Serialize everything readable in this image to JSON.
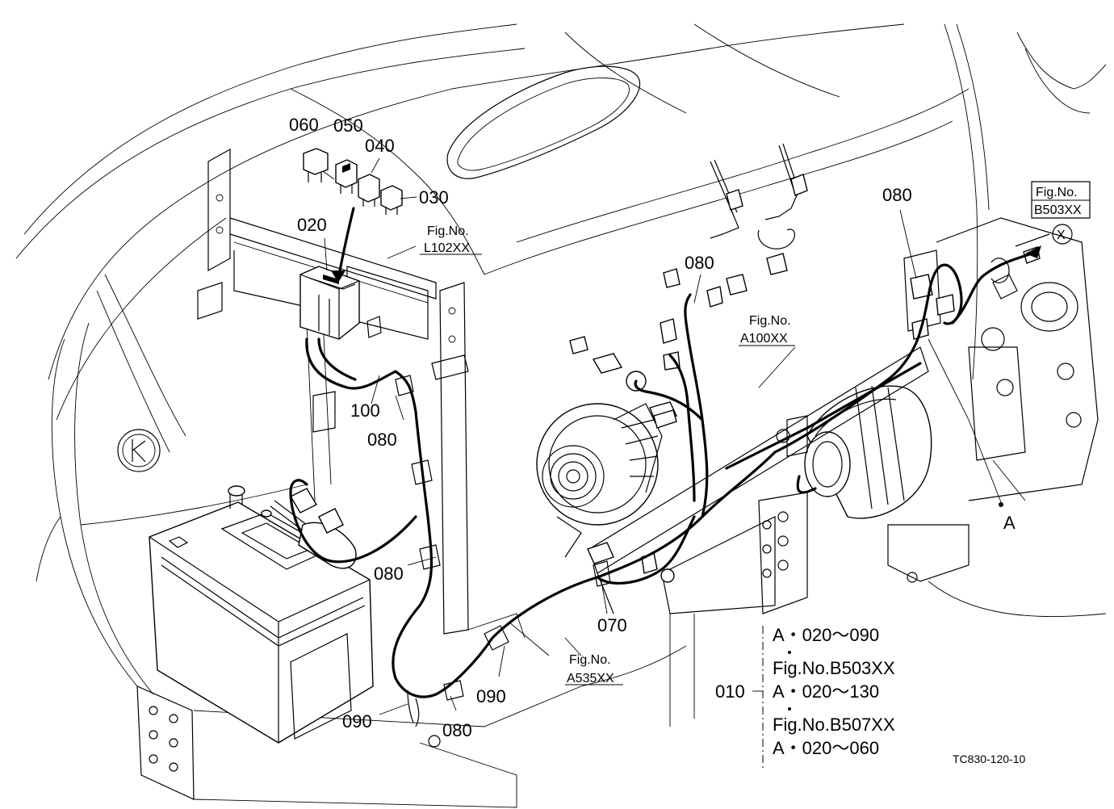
{
  "callouts": {
    "p060": "060",
    "p050": "050",
    "p040": "040",
    "p030": "030",
    "p020": "020",
    "p100": "100",
    "p080_a": "080",
    "p080_b": "080",
    "p080_c": "080",
    "p080_d": "080",
    "p080_e": "080",
    "p070": "070",
    "p090_a": "090",
    "p090_b": "090",
    "point_a": "A"
  },
  "figure_refs": {
    "l102": {
      "prefix": "Fig.No.",
      "code": "L102XX"
    },
    "b503": {
      "prefix": "Fig.No.",
      "code": "B503XX"
    },
    "a100": {
      "prefix": "Fig.No.",
      "code": "A100XX"
    },
    "a535": {
      "prefix": "Fig.No.",
      "code": "A535XX"
    }
  },
  "legend": {
    "item": "010",
    "line1": "A・020～090",
    "line2": "Fig.No.B503XX",
    "line3": "A・020～130",
    "line4": "Fig.No.B507XX",
    "line5": "A・020～060"
  },
  "drawing_code": "TC830-120-10",
  "marker_x": "X"
}
